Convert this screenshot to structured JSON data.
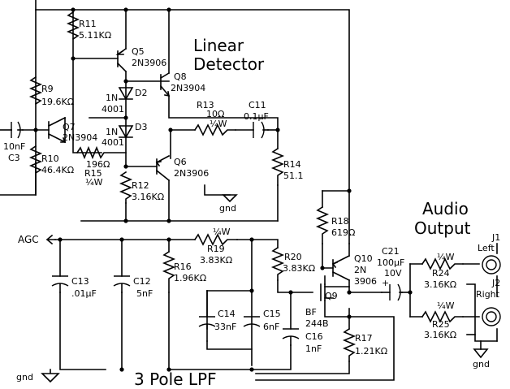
{
  "titles": {
    "detector": [
      "Linear",
      "Detector"
    ],
    "audio": [
      "Audio",
      "Output"
    ],
    "lpf": "3 Pole LPF"
  },
  "labels": {
    "agc": "AGC",
    "gnd_bottom": "gnd",
    "gnd_mid": "gnd",
    "gnd_right": "gnd",
    "cap_c3": [
      "10nF",
      "C3"
    ],
    "j1": [
      "J1",
      "Left"
    ],
    "j2": [
      "J2",
      "Right"
    ]
  },
  "components": {
    "r11": [
      "R11",
      "5.11KΩ"
    ],
    "q5": [
      "Q5",
      "2N3906"
    ],
    "q8": [
      "Q8",
      "2N3904"
    ],
    "d2": [
      "1N",
      "4001",
      "D2"
    ],
    "d3": [
      "1N",
      "4001",
      "D3"
    ],
    "r9": [
      "R9",
      "19.6KΩ"
    ],
    "q7": [
      "Q7",
      "2N3904"
    ],
    "r10": [
      "R10",
      "46.4KΩ"
    ],
    "r15": [
      "196Ω",
      "R15",
      "¼W"
    ],
    "r13": [
      "R13",
      "10Ω",
      "¼W"
    ],
    "c11": [
      "C11",
      "0.1μF"
    ],
    "q6": [
      "Q6",
      "2N3906"
    ],
    "r12": [
      "R12",
      "3.16KΩ"
    ],
    "r14": [
      "R14",
      "51.1"
    ],
    "r18": [
      "R18",
      "619Ω"
    ],
    "r19": [
      "¼W",
      "R19",
      "3.83KΩ"
    ],
    "r20": [
      "R20",
      "3.83KΩ"
    ],
    "q10": [
      "Q10",
      "2N",
      "3906"
    ],
    "c21": [
      "C21",
      "100μF",
      "10V",
      "+"
    ],
    "r24": [
      "¼W",
      "R24",
      "3.16KΩ"
    ],
    "r25": [
      "¼W",
      "R25",
      "3.16KΩ"
    ],
    "c13": [
      "C13",
      ".01μF"
    ],
    "c12": [
      "C12",
      "5nF"
    ],
    "r16": [
      "R16",
      "1.96KΩ"
    ],
    "c14": [
      "C14",
      "33nF"
    ],
    "c15": [
      "C15",
      "6nF"
    ],
    "c16": [
      "C16",
      "1nF"
    ],
    "q9": [
      "Q9",
      "BF",
      "244B"
    ],
    "r17": [
      "R17",
      "1.21KΩ"
    ]
  }
}
